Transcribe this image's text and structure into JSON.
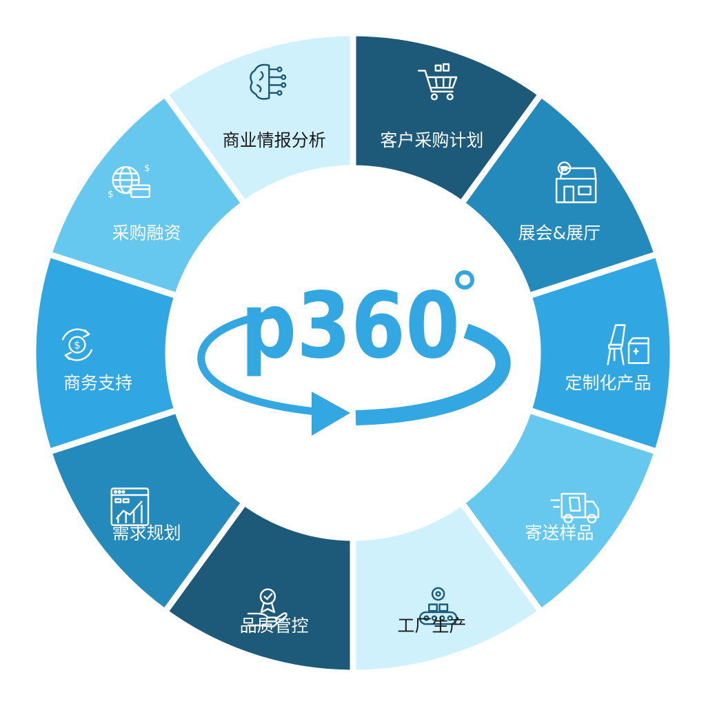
{
  "logo": {
    "text": "p360",
    "color": "#33a7e2"
  },
  "segments": [
    {
      "label": "客户采购计划",
      "icon": "shopping-cart-icon",
      "color": "#1d5a79",
      "text_color": "#ffffff"
    },
    {
      "label": "展会&展厅",
      "icon": "shop-building-icon",
      "color": "#2489bb",
      "text_color": "#ffffff"
    },
    {
      "label": "定制化产品",
      "icon": "chair-box-icon",
      "color": "#30a6e2",
      "text_color": "#ffffff"
    },
    {
      "label": "寄送样品",
      "icon": "delivery-truck-icon",
      "color": "#66c8ef",
      "text_color": "#ffffff"
    },
    {
      "label": "工厂生产",
      "icon": "factory-conveyor-icon",
      "color": "#cef1fc",
      "text_color": "#1a1a1a"
    },
    {
      "label": "品质管控",
      "icon": "quality-badge-hand-icon",
      "color": "#1d5a79",
      "text_color": "#ffffff"
    },
    {
      "label": "需求规划",
      "icon": "chart-window-icon",
      "color": "#2489bb",
      "text_color": "#ffffff"
    },
    {
      "label": "商务支持",
      "icon": "dollar-cycle-icon",
      "color": "#30a6e2",
      "text_color": "#ffffff"
    },
    {
      "label": "采购融资",
      "icon": "globe-card-icon",
      "color": "#66c8ef",
      "text_color": "#ffffff"
    },
    {
      "label": "商业情报分析",
      "icon": "brain-circuit-icon",
      "color": "#cef1fc",
      "text_color": "#1a1a1a"
    }
  ]
}
